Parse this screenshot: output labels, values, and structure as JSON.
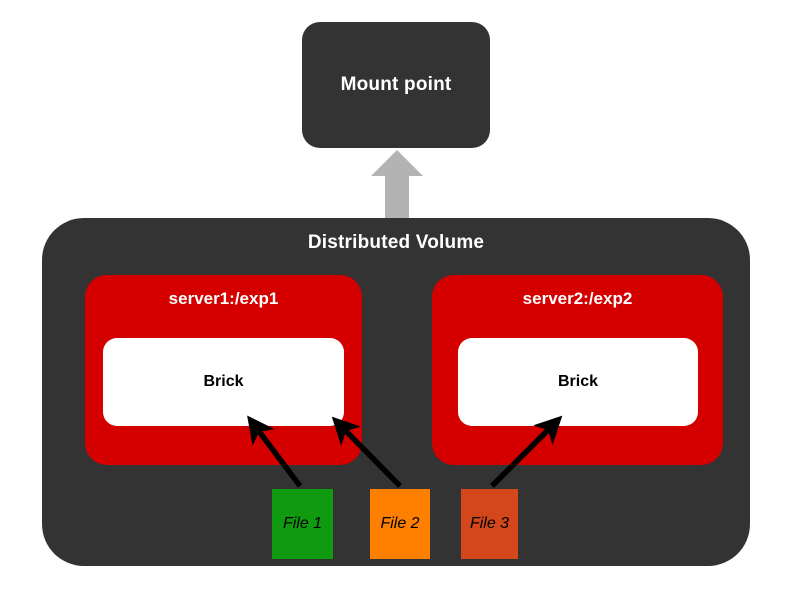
{
  "diagram": {
    "title_label": "Mount point",
    "volume": {
      "title": "Distributed Volume",
      "servers": [
        {
          "label": "server1:/exp1",
          "brick_label": "Brick"
        },
        {
          "label": "server2:/exp2",
          "brick_label": "Brick"
        }
      ],
      "files": [
        {
          "label": "File 1",
          "color": "#0f9a0f"
        },
        {
          "label": "File 2",
          "color": "#ff7f00"
        },
        {
          "label": "File 3",
          "color": "#d3471b"
        }
      ]
    },
    "colors": {
      "background": "#ffffff",
      "container": "#333333",
      "server": "#d40000",
      "brick": "#ffffff",
      "arrow_up": "#b3b3b3",
      "arrow_file": "#000000"
    },
    "arrows": {
      "mount_uplink": "up",
      "file_to_brick": [
        {
          "from": "File 1",
          "to": "server1:/exp1 Brick"
        },
        {
          "from": "File 2",
          "to": "server1:/exp1 Brick"
        },
        {
          "from": "File 3",
          "to": "server2:/exp2 Brick"
        }
      ]
    }
  }
}
